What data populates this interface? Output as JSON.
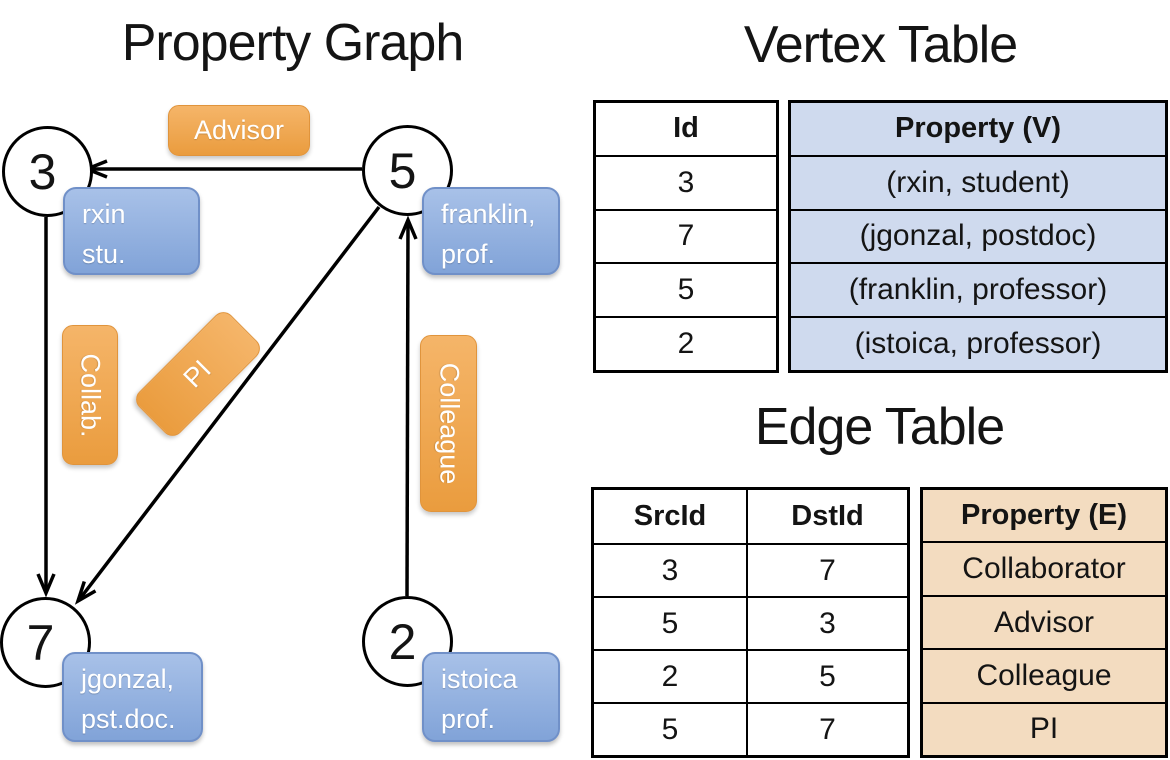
{
  "graph": {
    "title": "Property Graph",
    "vertices": [
      {
        "id": "3",
        "line1": "rxin",
        "line2": "stu."
      },
      {
        "id": "5",
        "line1": "franklin,",
        "line2": "prof."
      },
      {
        "id": "7",
        "line1": "jgonzal,",
        "line2": "pst.doc."
      },
      {
        "id": "2",
        "line1": "istoica",
        "line2": "prof."
      }
    ],
    "edge_labels": {
      "advisor": "Advisor",
      "collab": "Collab.",
      "pi": "PI",
      "colleague": "Colleague"
    }
  },
  "vertex_table": {
    "title": "Vertex Table",
    "headers": [
      "Id",
      "Property (V)"
    ],
    "rows": [
      [
        "3",
        "(rxin, student)"
      ],
      [
        "7",
        "(jgonzal, postdoc)"
      ],
      [
        "5",
        "(franklin, professor)"
      ],
      [
        "2",
        "(istoica, professor)"
      ]
    ]
  },
  "edge_table": {
    "title": "Edge Table",
    "headers": [
      "SrcId",
      "DstId",
      "Property (E)"
    ],
    "rows": [
      [
        "3",
        "7",
        "Collaborator"
      ],
      [
        "5",
        "3",
        "Advisor"
      ],
      [
        "2",
        "5",
        "Colleague"
      ],
      [
        "5",
        "7",
        "PI"
      ]
    ]
  },
  "colors": {
    "orange_top": "#f5b569",
    "orange_bottom": "#ea9c3e",
    "orange_border": "#e0943c",
    "blue_top": "#a8c1e8",
    "blue_bottom": "#81a3d8",
    "blue_border": "#7090c8",
    "table_vertex_bg": "#cfdaee",
    "table_edge_bg": "#f3dcc0",
    "line_color": "#000000"
  }
}
